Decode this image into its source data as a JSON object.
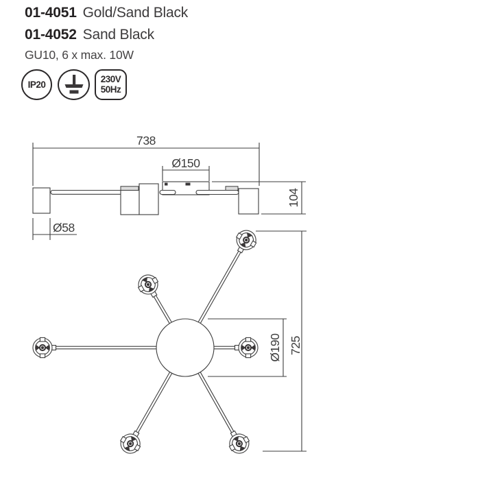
{
  "header": {
    "products": [
      {
        "code": "01-4051",
        "finish": "Gold/Sand Black"
      },
      {
        "code": "01-4052",
        "finish": "Sand Black"
      }
    ],
    "spec": "GU10,  6 x max. 10W"
  },
  "badges": {
    "ip_rating": "IP20",
    "earth_icon": "protective-earth-class-i",
    "voltage": "230V",
    "frequency": "50Hz"
  },
  "dimensions": {
    "front_view": {
      "overall_width": "738",
      "canopy_diameter": "Ø150",
      "fixture_height": "104",
      "spot_diameter": "Ø58"
    },
    "plan_view": {
      "canopy_diameter": "Ø190",
      "overall_span": "725"
    }
  },
  "colors": {
    "line": "#3d3d3d",
    "text": "#242122"
  }
}
